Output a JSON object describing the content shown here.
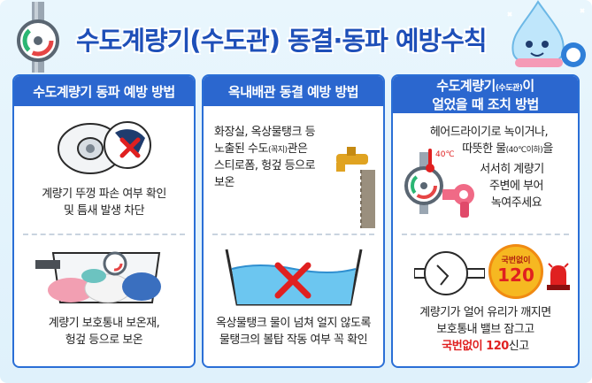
{
  "title": "수도계량기(수도관) 동결·동파 예방수칙",
  "panels": [
    {
      "header": "수도계량기 동파 예방 방법",
      "sections": [
        {
          "lines": [
            "계량기 뚜껑 파손 여부 확인",
            "및 틈새 발생 차단"
          ]
        },
        {
          "lines": [
            "계량기 보호통내 보온재,",
            "헝겊 등으로 보온"
          ]
        }
      ]
    },
    {
      "header": "옥내배관 동결 예방 방법",
      "sections": [
        {
          "line1": "화장실, 옥상물탱크 등",
          "line2_a": "노출된 수도",
          "line2_small": "(꼭지)",
          "line2_b": "관은",
          "line3": "스티로폼, 헝겊 등으로",
          "line4": "보온"
        },
        {
          "lines": [
            "옥상물탱크 물이 넘쳐 얼지 않도록",
            "물탱크의 볼탑 작동 여부 꼭 확인"
          ]
        }
      ]
    },
    {
      "header_line1_a": "수도계량기",
      "header_line1_small": "(수도관)",
      "header_line1_b": "이",
      "header_line2": "얼었을 때 조치 방법",
      "sections": [
        {
          "line1": "헤어드라이기로 녹이거나,",
          "line2_a": "따뜻한 물",
          "line2_small": "(40℃이하)",
          "line2_b": "을",
          "line3": "서서히 계량기",
          "line4": "주변에 부어",
          "line5": "녹여주세요",
          "thermo_label": "40℃"
        },
        {
          "line1": "계량기가 얼어 유리가 깨지면",
          "line2": "보호통내 밸브 잠그고",
          "line3_red": "국번없이 120",
          "line3_b": "신고",
          "badge_top": "국번없이",
          "badge_num": "120"
        }
      ]
    }
  ],
  "colors": {
    "title": "#1e4fb8",
    "header": "#2b67cf",
    "border": "#2a6fd6",
    "alert": "#e02020"
  }
}
